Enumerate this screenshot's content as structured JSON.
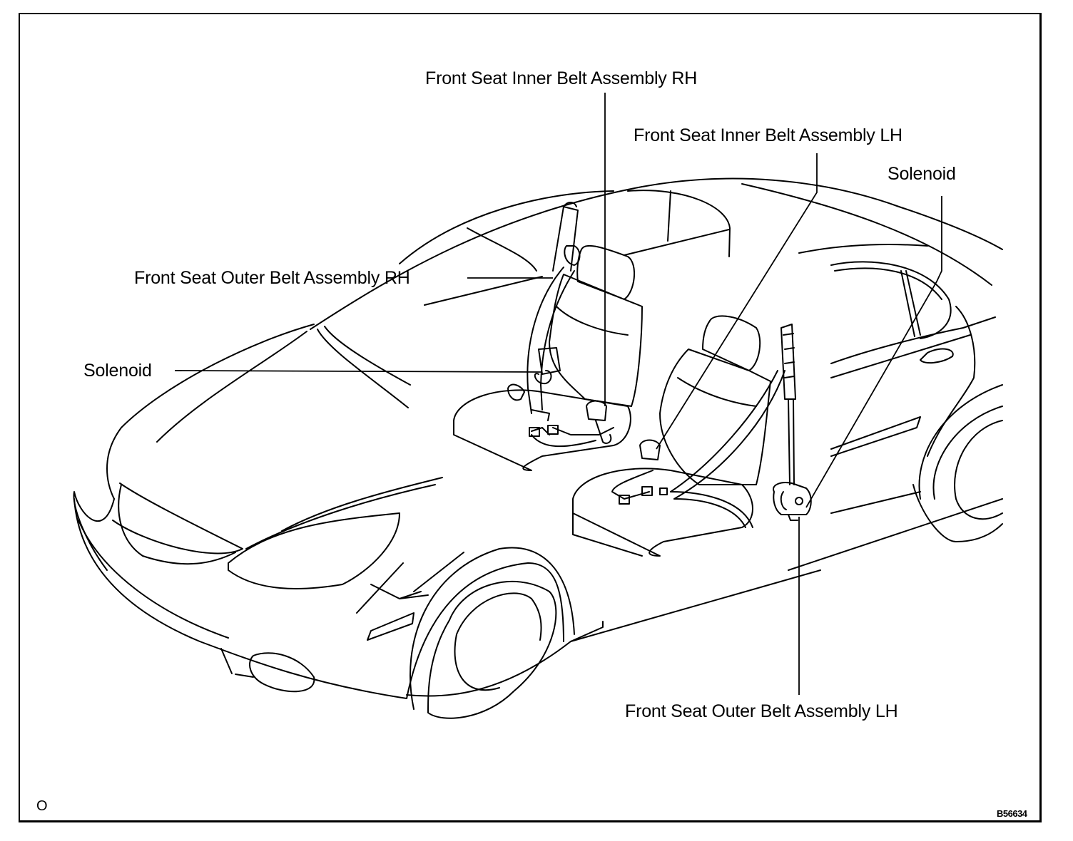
{
  "figure": {
    "type": "service-manual component location diagram",
    "subject": "Vehicle front seat belt layout (isometric car line drawing)",
    "labels": {
      "inner_rh": "Front Seat Inner Belt Assembly RH",
      "inner_lh": "Front Seat Inner Belt Assembly LH",
      "solenoid_right": "Solenoid",
      "outer_rh": "Front Seat Outer Belt Assembly RH",
      "solenoid_left": "Solenoid",
      "outer_lh": "Front Seat Outer Belt Assembly LH"
    },
    "corner_mark": "O",
    "figure_code": "B56634"
  }
}
